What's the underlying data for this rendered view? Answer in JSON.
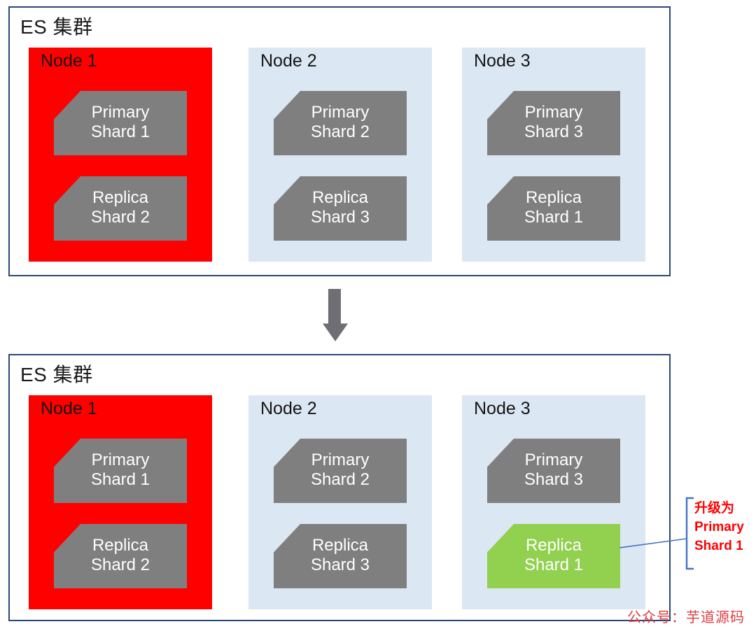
{
  "clusters": [
    {
      "title": "ES 集群",
      "nodes": [
        {
          "label": "Node 1",
          "variant": "red",
          "shards": [
            {
              "title": "Primary",
              "subtitle": "Shard 1",
              "variant": "gray"
            },
            {
              "title": "Replica",
              "subtitle": "Shard 2",
              "variant": "gray"
            }
          ]
        },
        {
          "label": "Node 2",
          "variant": "blue",
          "shards": [
            {
              "title": "Primary",
              "subtitle": "Shard 2",
              "variant": "gray"
            },
            {
              "title": "Replica",
              "subtitle": "Shard 3",
              "variant": "gray"
            }
          ]
        },
        {
          "label": "Node 3",
          "variant": "blue",
          "shards": [
            {
              "title": "Primary",
              "subtitle": "Shard 3",
              "variant": "gray"
            },
            {
              "title": "Replica",
              "subtitle": "Shard 1",
              "variant": "gray"
            }
          ]
        }
      ]
    },
    {
      "title": "ES 集群",
      "nodes": [
        {
          "label": "Node 1",
          "variant": "red",
          "shards": [
            {
              "title": "Primary",
              "subtitle": "Shard 1",
              "variant": "gray"
            },
            {
              "title": "Replica",
              "subtitle": "Shard 2",
              "variant": "gray"
            }
          ]
        },
        {
          "label": "Node 2",
          "variant": "blue",
          "shards": [
            {
              "title": "Primary",
              "subtitle": "Shard 2",
              "variant": "gray"
            },
            {
              "title": "Replica",
              "subtitle": "Shard 3",
              "variant": "gray"
            }
          ]
        },
        {
          "label": "Node 3",
          "variant": "blue",
          "shards": [
            {
              "title": "Primary",
              "subtitle": "Shard 3",
              "variant": "gray"
            },
            {
              "title": "Replica",
              "subtitle": "Shard 1",
              "variant": "green"
            }
          ]
        }
      ]
    }
  ],
  "annotation": {
    "line1": "升级为",
    "line2": "Primary",
    "line3": "Shard 1"
  },
  "watermark": "公众号：芋道源码",
  "colors": {
    "node-red": "#ff0000",
    "node-blue": "#dbe7f3",
    "shard-gray": "#7f7f7f",
    "shard-green": "#92d050",
    "cluster-border": "#2b4778",
    "annotation-blue": "#4472c4",
    "annotation-red": "#ff0000",
    "arrow-gray": "#6e6e74",
    "watermark-red": "#dd3c3c",
    "title-black": "#1a1a1a"
  }
}
